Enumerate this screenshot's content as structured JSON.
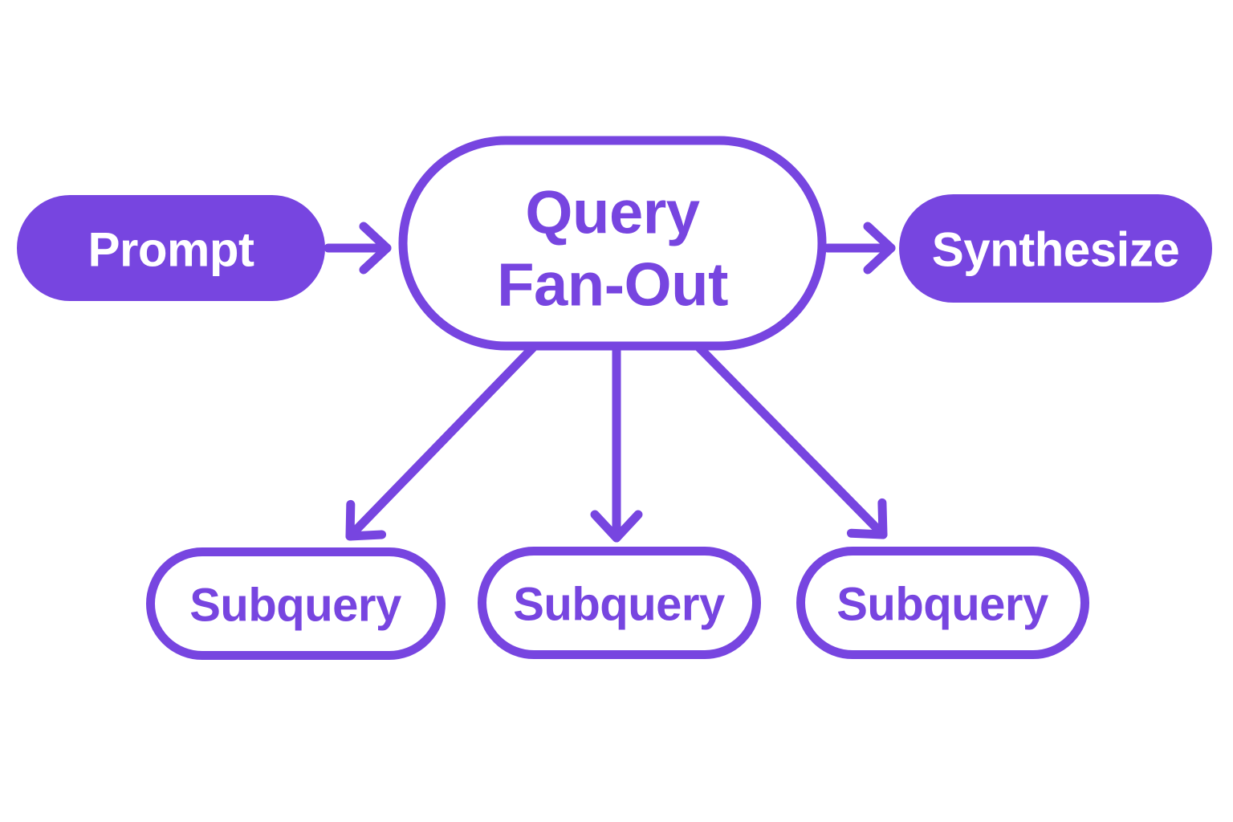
{
  "colors": {
    "purple": "#7745e0",
    "node-fill": "#ffffff",
    "text-light": "#ffffff",
    "background": "#ffffff"
  },
  "diagram": {
    "type": "flowchart",
    "description": "Query fan-out pipeline: a prompt is fanned out into multiple subqueries and then synthesized",
    "nodes": {
      "prompt": {
        "label": "Prompt",
        "style": "filled-pill"
      },
      "query_fan_out": {
        "label": "Query Fan-Out",
        "line1": "Query",
        "line2": "Fan-Out",
        "style": "outlined-stadium"
      },
      "synthesize": {
        "label": "Synthesize",
        "style": "filled-pill"
      },
      "subqueries": [
        {
          "label": "Subquery",
          "style": "outlined-stadium"
        },
        {
          "label": "Subquery",
          "style": "outlined-stadium"
        },
        {
          "label": "Subquery",
          "style": "outlined-stadium"
        }
      ]
    },
    "edges": [
      {
        "from": "prompt",
        "to": "query_fan_out",
        "direction": "right"
      },
      {
        "from": "query_fan_out",
        "to": "synthesize",
        "direction": "right"
      },
      {
        "from": "query_fan_out",
        "to": "subquery-1",
        "direction": "down-left"
      },
      {
        "from": "query_fan_out",
        "to": "subquery-2",
        "direction": "down"
      },
      {
        "from": "query_fan_out",
        "to": "subquery-3",
        "direction": "down-right"
      }
    ]
  }
}
